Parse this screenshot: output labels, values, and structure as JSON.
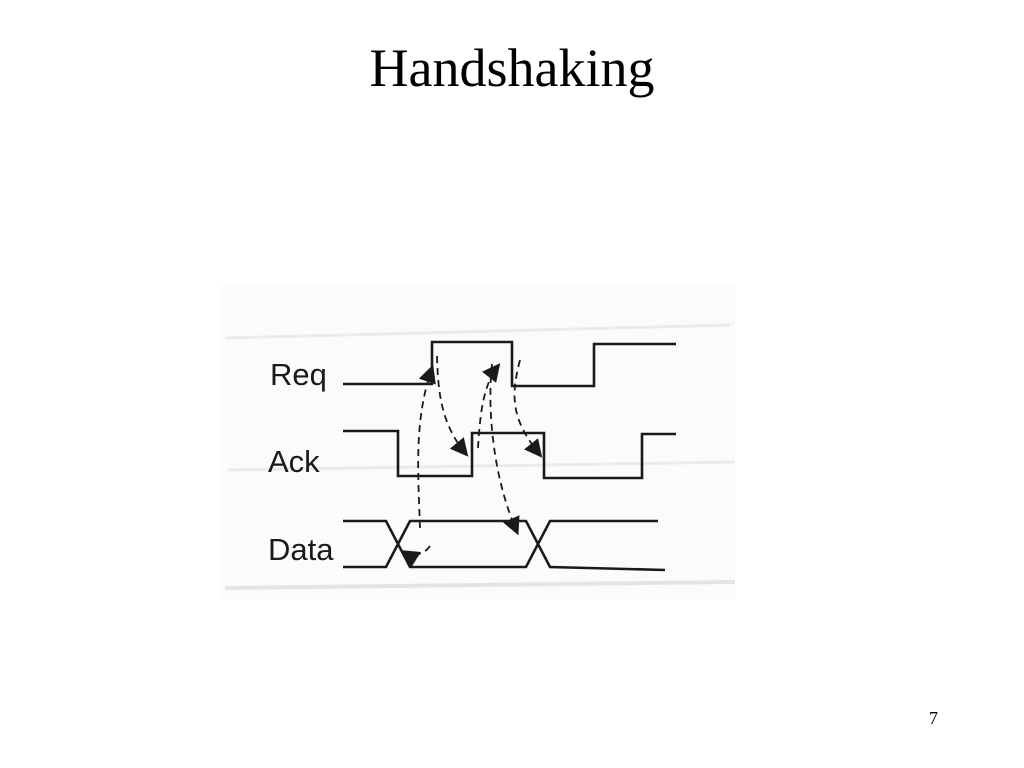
{
  "slide": {
    "title": "Handshaking",
    "page_number": "7"
  },
  "diagram": {
    "signals": [
      {
        "name": "Req"
      },
      {
        "name": "Ack"
      },
      {
        "name": "Data"
      }
    ]
  }
}
